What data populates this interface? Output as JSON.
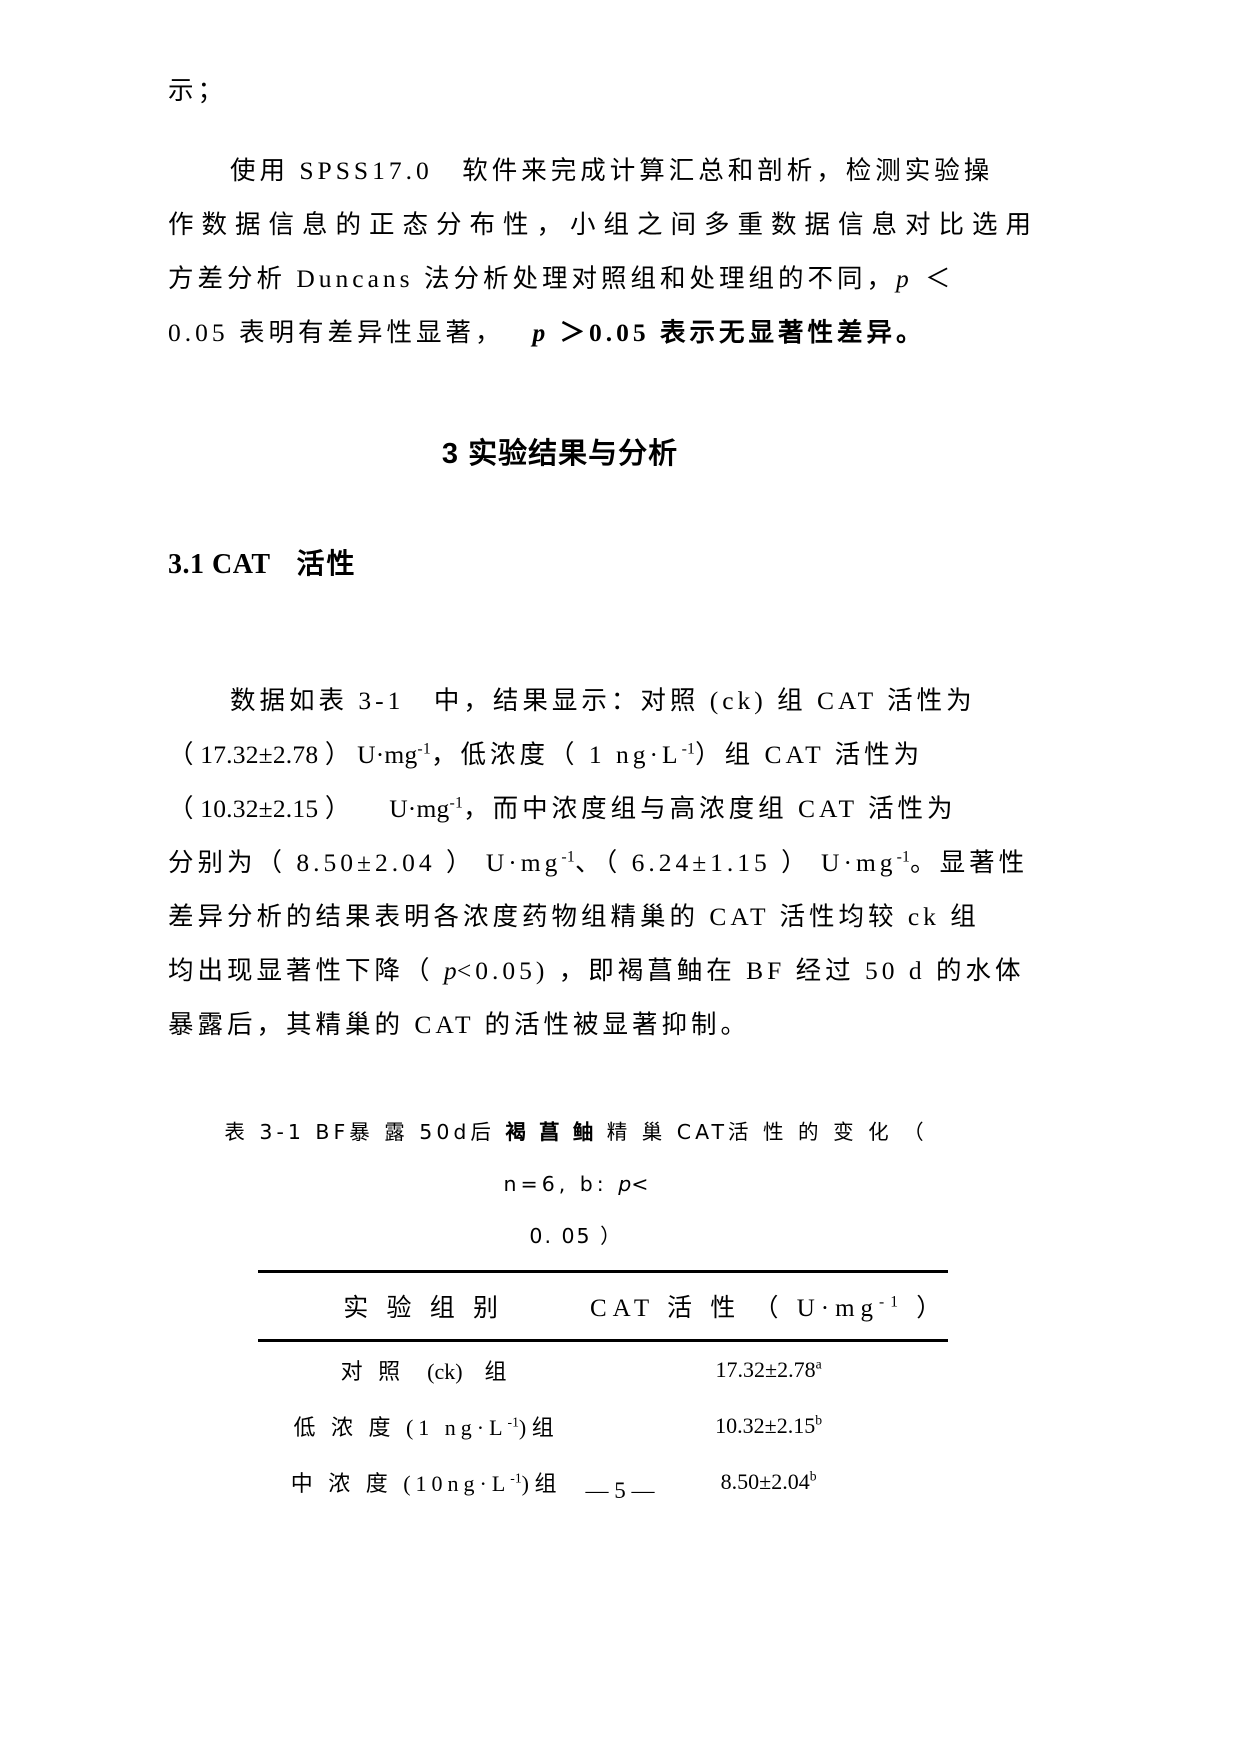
{
  "page": {
    "number_label": "— 5 —"
  },
  "body": {
    "continuation_line": "示；",
    "paragraph1": {
      "line1": "使用 SPSS17.0　软件来完成计算汇总和剖析，检测实验操",
      "line2": "作数据信息的正态分布性，小组之间多重数据信息对比选用",
      "line3_pre": "方差分析 Duncans 法分析处理对照组和处理组的不同，",
      "line3_ital": "p",
      "line3_post": "＜",
      "line4_a": "0.05  表明有差异性显著，",
      "line4_ital": "p",
      "line4_b": "＞0.05  表示无显著性差异。"
    }
  },
  "headings": {
    "section": "3  实验结果与分析",
    "subsection_num": "3.1 CAT",
    "subsection_title": "活性"
  },
  "analysis_paragraph": {
    "line1": "数据如表 3-1　中，结果显示：对照 (ck)  组 CAT  活性为",
    "line2_a": "（ 17.32±2.78  ） U·mg",
    "line2_sup": "-1",
    "line2_b": "，低浓度（ 1 ng·L",
    "line2_sup2": "-1",
    "line2_c": "）组 CAT  活性为",
    "line3_a": "（ 10.32±2.15  ）　　U·mg",
    "line3_sup": "-1",
    "line3_b": "，而中浓度组与高浓度组 CAT  活性为",
    "line4_a": "分别为（ 8.50±2.04  ） U·mg",
    "line4_sup": "-1",
    "line4_b": "、（ 6.24±1.15  ） U·mg",
    "line4_sup2": "-1",
    "line4_c": "。显著性",
    "line5": "差异分析的结果表明各浓度药物组精巢的 CAT  活性均较 ck 组",
    "line6_a": "均出现显著性下降（ ",
    "line6_ital": "p",
    "line6_b": "<0.05)  ，即褐菖鲉在 BF 经过 50 d  的水体",
    "line7": "暴露后，其精巢的 CAT  的活性被显著抑制。"
  },
  "table": {
    "caption_line1_a": "表 3-1 BF暴 露 50d后 ",
    "caption_line1_bold": "褐 菖 鲉",
    "caption_line1_b": " 精 巢 CAT活 性 的 变 化 （ n=6, b: ",
    "caption_line1_ital": "p",
    "caption_line1_c": "<",
    "caption_line2": "0. 05  ）",
    "headers": [
      "实 验 组 别",
      "CAT  活 性 （ U·mg"
    ],
    "header2_sup": "-1",
    "header2_tail": "  ）",
    "rows": [
      {
        "group_a": "对 照",
        "group_b": "(ck)",
        "group_c": "组",
        "value": "17.32±2.78",
        "value_sup": "a"
      },
      {
        "group_a": "低 浓 度 (1 ng·L",
        "group_sup": "-1",
        "group_b": ") 组",
        "value": "10.32±2.15",
        "value_sup": "b"
      },
      {
        "group_a": "中 浓 度 (10ng·L",
        "group_sup": "-1",
        "group_b": ")  组",
        "value": "8.50±2.04",
        "value_sup": "b"
      }
    ]
  }
}
